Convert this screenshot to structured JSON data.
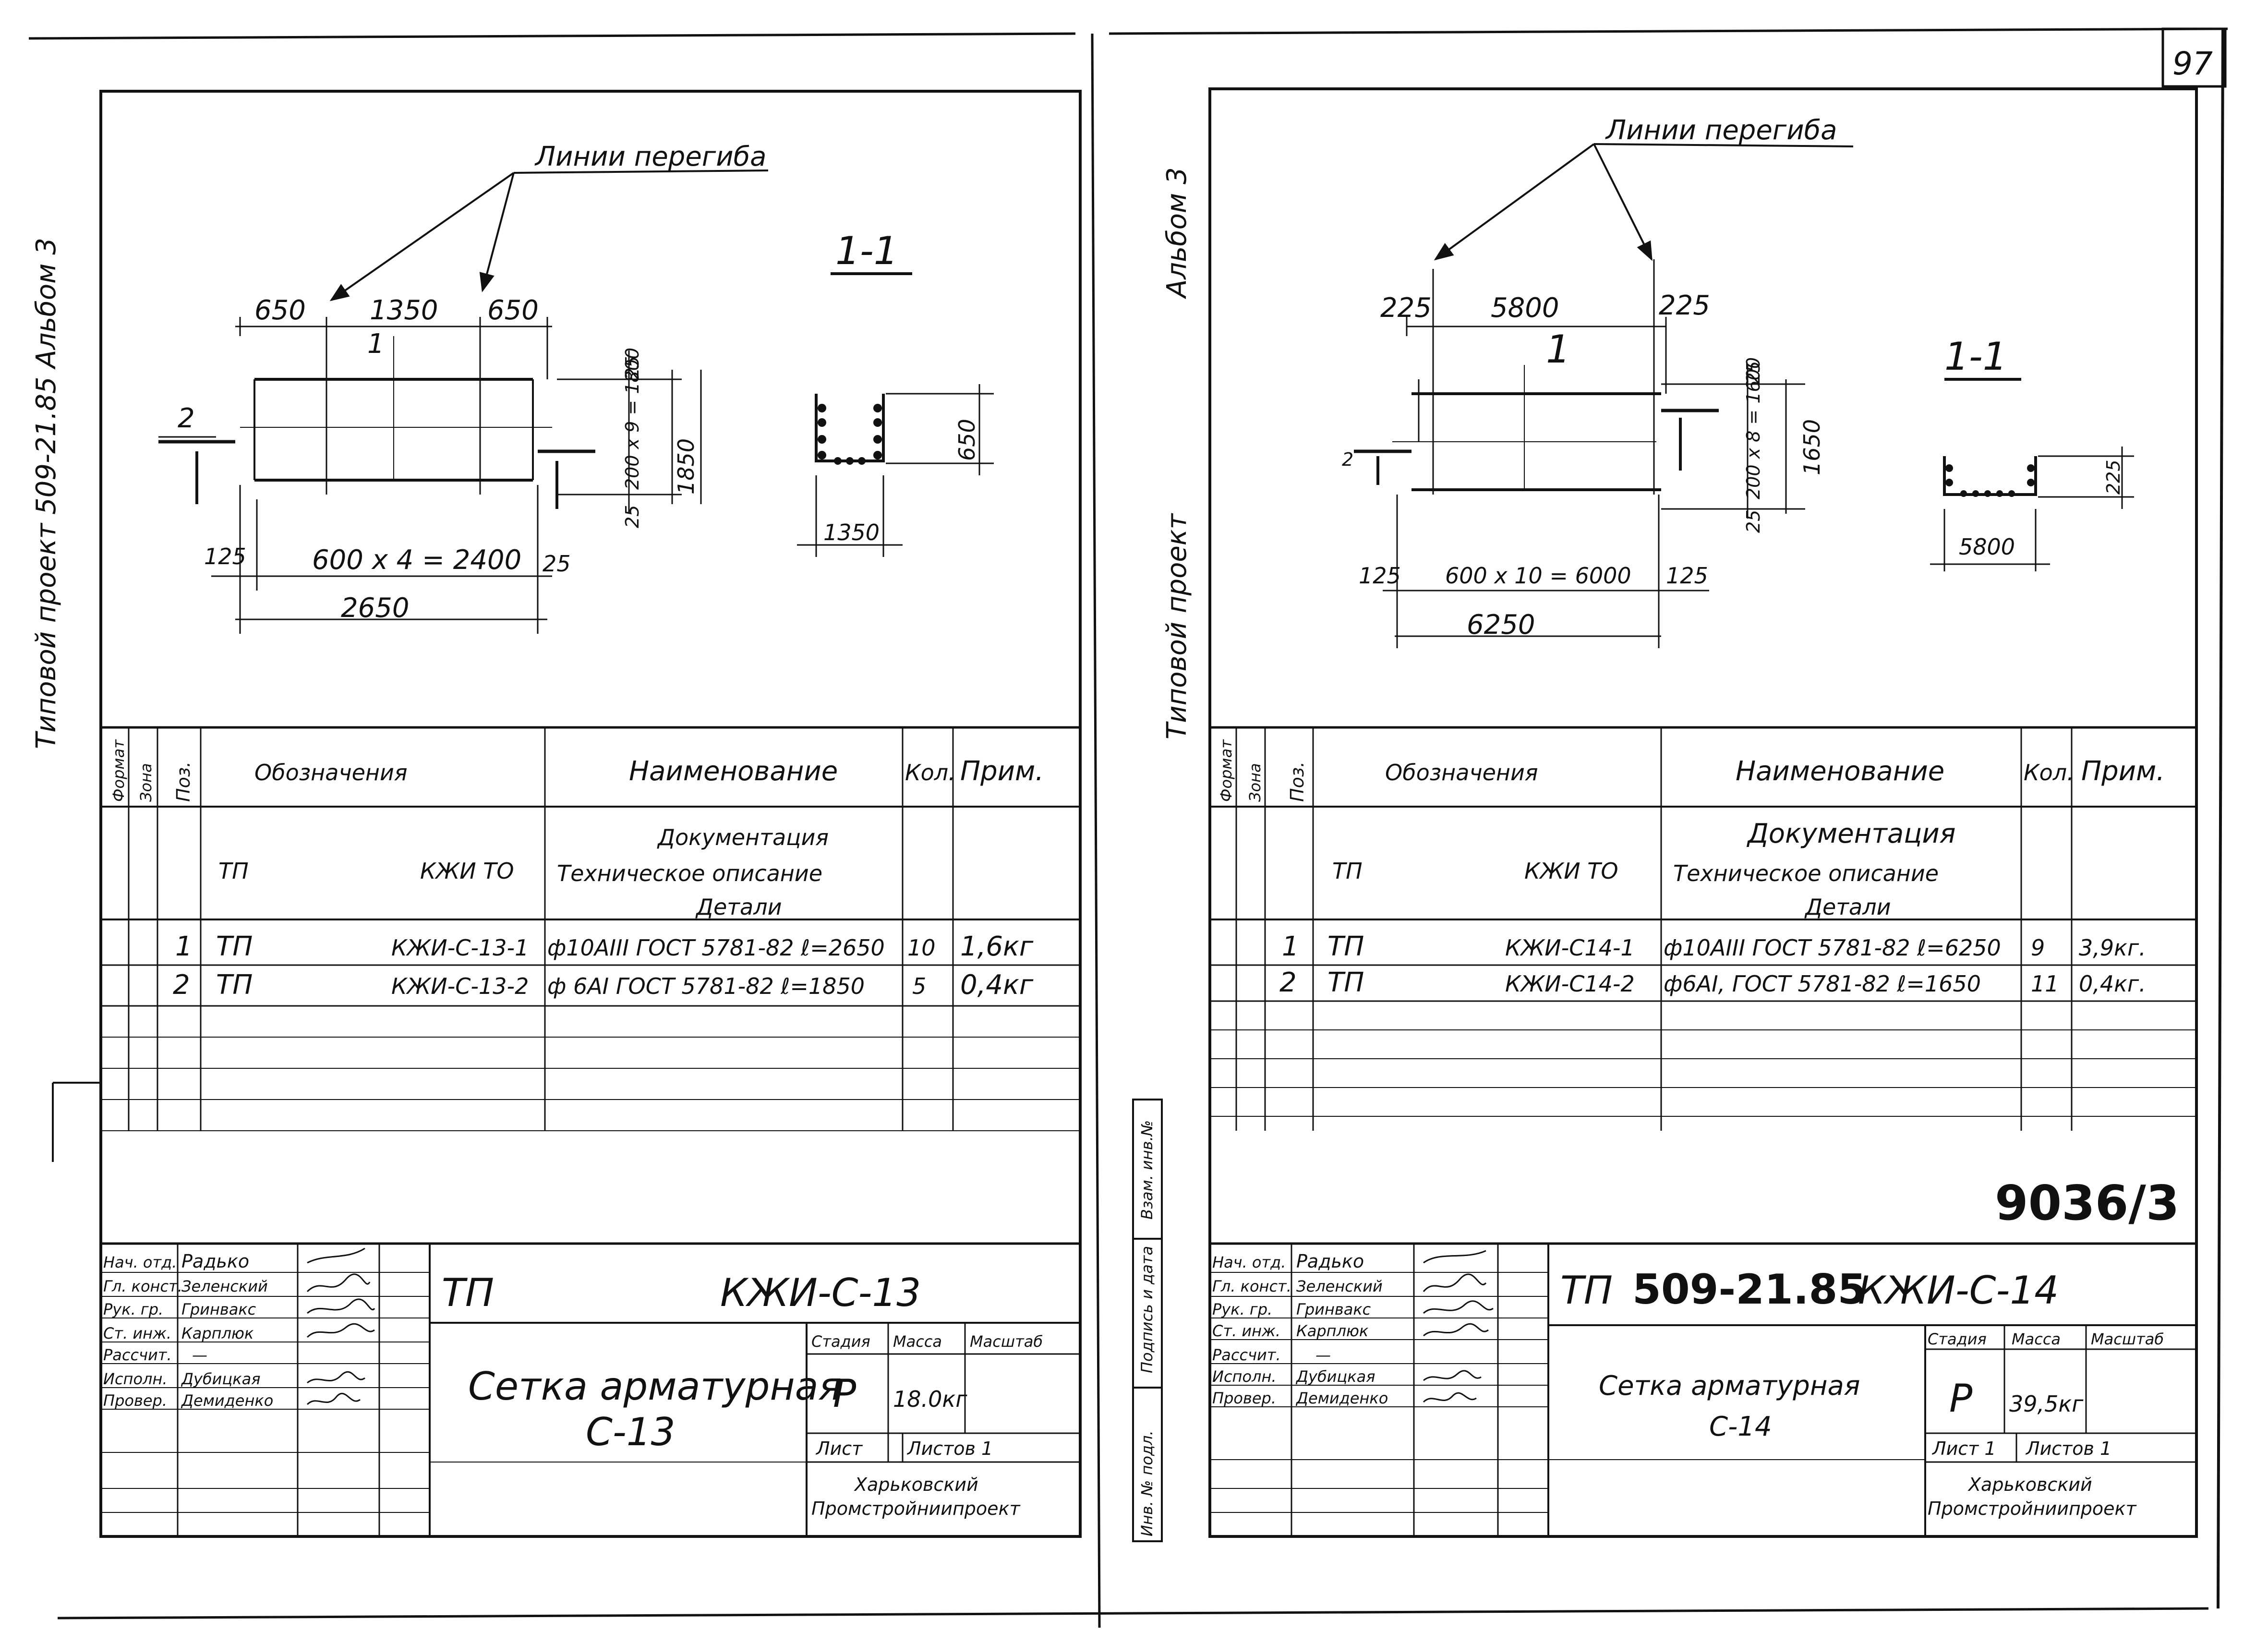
{
  "page_number": "97",
  "sheet_number": "9036/3",
  "left_margin_text": "Типовой проект 509-21.85 Альбом 3",
  "right_margin_top": "Альбом 3",
  "right_margin_bottom": "Типовой проект",
  "right_side_stamp": [
    "Инв. № подл.",
    "Подпись и дата",
    "Взам. инв.№"
  ],
  "table_headers": {
    "format": "Формат",
    "zone": "Зона",
    "pos": "Поз.",
    "designation": "Обозначения",
    "name": "Наименование",
    "qty": "Кол.",
    "note": "Прим."
  },
  "left": {
    "drawing": {
      "bend_label": "Линии перегиба",
      "top_dims": [
        "650",
        "1350",
        "650"
      ],
      "mark_1": "1",
      "mark_2": "2",
      "right_dims": [
        "25",
        "200 x 9 = 1800",
        "1850",
        "25"
      ],
      "bottom_dims": [
        "125",
        "600 x 4 = 2400",
        "25"
      ],
      "total": "2650",
      "section_title": "1-1",
      "section_h": "650",
      "section_w": "1350"
    },
    "doc_block": {
      "tp": "ТП",
      "kzhi": "КЖИ ТО",
      "lines": [
        "Документация",
        "Техническое описание",
        "Детали"
      ]
    },
    "rows": [
      {
        "pos": "1",
        "tp": "ТП",
        "code": "КЖИ-С-13-1",
        "name": "ф10АIII ГОСТ 5781-82 ℓ=2650",
        "qty": "10",
        "note": "1,6кг"
      },
      {
        "pos": "2",
        "tp": "ТП",
        "code": "КЖИ-С-13-2",
        "name": "ф 6АI ГОСТ 5781-82 ℓ=1850",
        "qty": "5",
        "note": "0,4кг"
      }
    ],
    "title_block": {
      "roles": [
        "Нач. отд.",
        "Гл. конст.",
        "Рук. гр.",
        "Ст. инж.",
        "Рассчит.",
        "Исполн.",
        "Провер."
      ],
      "people": [
        "Радько",
        "Зеленский",
        "Гринвакс",
        "Карплюк",
        "—",
        "Дубицкая",
        "Демиденко"
      ],
      "tp": "ТП",
      "code": "КЖИ-С-13",
      "title_line1": "Сетка арматурная",
      "title_line2": "С-13",
      "stage_label": "Стадия",
      "mass_label": "Масса",
      "scale_label": "Масштаб",
      "stage": "Р",
      "mass": "18.0кг",
      "sheet_label": "Лист",
      "sheets_label": "Листов 1",
      "org_line1": "Харьковский",
      "org_line2": "Промстройниипроект"
    }
  },
  "right": {
    "drawing": {
      "bend_label": "Линии перегиба",
      "top_dims": [
        "225",
        "5800",
        "225"
      ],
      "mark_1": "1",
      "mark_2": "2",
      "right_dims": [
        "25",
        "200 x 8 = 1600",
        "1650",
        "25"
      ],
      "bottom_dims": [
        "125",
        "600 x 10 = 6000",
        "125"
      ],
      "total": "6250",
      "section_title": "1-1",
      "section_h": "225",
      "section_w": "5800"
    },
    "doc_block": {
      "tp": "ТП",
      "kzhi": "КЖИ ТО",
      "lines": [
        "Документация",
        "Техническое описание",
        "Детали"
      ]
    },
    "rows": [
      {
        "pos": "1",
        "tp": "ТП",
        "code": "КЖИ-С14-1",
        "name": "ф10АIII ГОСТ 5781-82 ℓ=6250",
        "qty": "9",
        "note": "3,9кг."
      },
      {
        "pos": "2",
        "tp": "ТП",
        "code": "КЖИ-С14-2",
        "name": "ф6АI, ГОСТ 5781-82 ℓ=1650",
        "qty": "11",
        "note": "0,4кг."
      }
    ],
    "title_block": {
      "roles": [
        "Нач. отд.",
        "Гл. конст.",
        "Рук. гр.",
        "Ст. инж.",
        "Рассчит.",
        "Исполн.",
        "Провер."
      ],
      "people": [
        "Радько",
        "Зеленский",
        "Гринвакс",
        "Карплюк",
        "—",
        "Дубицкая",
        "Демиденко"
      ],
      "tp": "ТП",
      "project": "509-21.85",
      "code": "КЖИ-С-14",
      "title_line1": "Сетка арматурная",
      "title_line2": "С-14",
      "stage_label": "Стадия",
      "mass_label": "Масса",
      "scale_label": "Масштаб",
      "stage": "Р",
      "mass": "39,5кг",
      "sheet_label": "Лист 1",
      "sheets_label": "Листов 1",
      "org_line1": "Харьковский",
      "org_line2": "Промстройниипроект"
    }
  }
}
